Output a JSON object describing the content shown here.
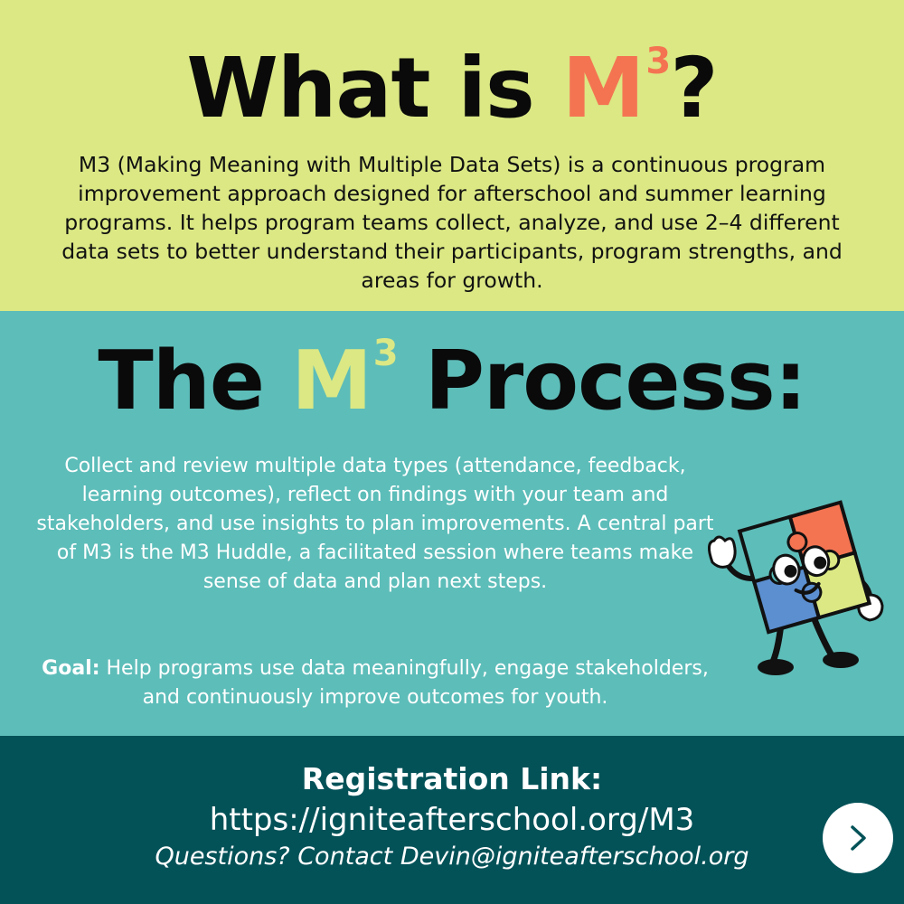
{
  "section1": {
    "title_pre": "What is ",
    "title_m": "M",
    "title_sup": "3",
    "title_post": "?",
    "intro": "M3 (Making Meaning with Multiple Data Sets) is a continuous program improvement approach designed for afterschool and summer learning programs. It helps program teams collect, analyze, and use 2–4 different data sets to better understand their participants, program strengths, and areas for growth."
  },
  "section2": {
    "title_pre": "The ",
    "title_m": "M",
    "title_sup": "3",
    "title_post": " Process:",
    "body": "Collect and review multiple data types (attendance, feedback, learning outcomes), reflect on findings with your team and stakeholders, and use insights to plan improvements. A central part of M3 is the M3 Huddle, a facilitated session where teams make sense of data and plan next steps.",
    "goal_label": "Goal:",
    "goal_text": " Help programs use data meaningfully, engage stakeholders, and continuously improve outcomes for youth."
  },
  "section3": {
    "reg_label": "Registration Link:",
    "reg_url": "https://igniteafterschool.org/M3",
    "contact": "Questions? Contact Devin@igniteafterschool.org"
  },
  "colors": {
    "top_bg": "#dbe884",
    "mid_bg": "#5dbdb9",
    "bottom_bg": "#035258",
    "accent_coral": "#f47452",
    "accent_lime": "#dbe884"
  },
  "icons": {
    "mascot": "puzzle-mascot-icon",
    "next": "chevron-right-icon"
  }
}
